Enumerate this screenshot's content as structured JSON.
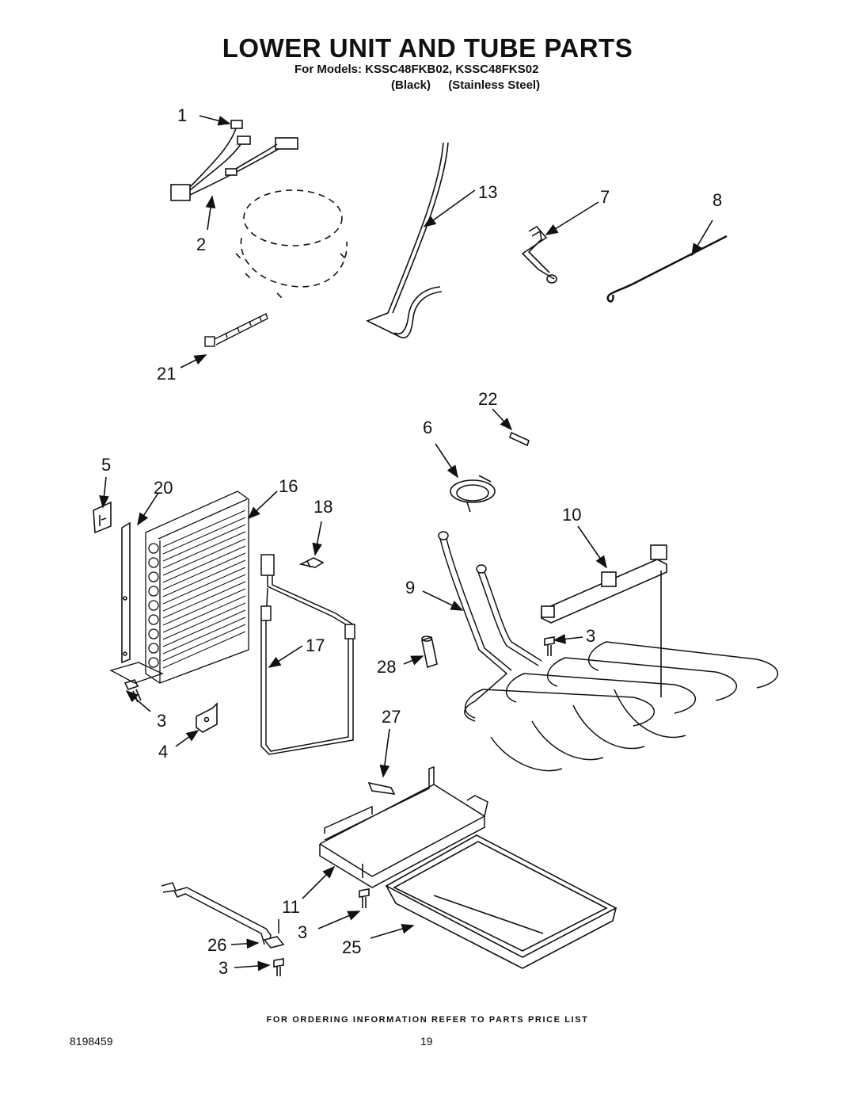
{
  "header": {
    "title": "LOWER UNIT AND TUBE PARTS",
    "models_label": "For Models: KSSC48FKB02, KSSC48FKS02",
    "variant_black": "(Black)",
    "variant_stainless": "(Stainless Steel)"
  },
  "callouts": {
    "c1": "1",
    "c2": "2",
    "c13": "13",
    "c7": "7",
    "c8": "8",
    "c21": "21",
    "c22": "22",
    "c6": "6",
    "c5": "5",
    "c20": "20",
    "c16": "16",
    "c18": "18",
    "c10": "10",
    "c9": "9",
    "c3a": "3",
    "c17": "17",
    "c28": "28",
    "c3b": "3",
    "c27": "27",
    "c4": "4",
    "c11": "11",
    "c3c": "3",
    "c26": "26",
    "c25": "25",
    "c3d": "3"
  },
  "footer": {
    "note": "FOR ORDERING INFORMATION REFER TO PARTS PRICE LIST",
    "doc_number": "8198459",
    "page_number": "19"
  }
}
